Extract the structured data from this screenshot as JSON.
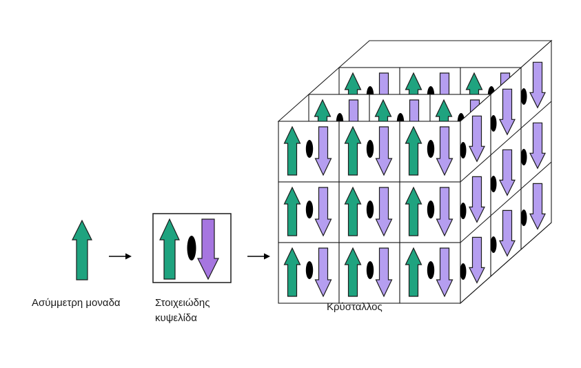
{
  "labels": {
    "asymmetric_unit": "Ασύμμετρη μοναδα",
    "unit_cell_line1": "Στοιχειώδης",
    "unit_cell_line2": "κυψελίδα",
    "crystal": "Κρύσταλλος"
  },
  "colors": {
    "up_arrow_fill": "#1fa37f",
    "down_arrow_fill": "#b59ef0",
    "down_arrow_fill_strong": "#a676e0",
    "symmetry_mark": "#000000",
    "outline": "#1a1a1a",
    "cell_fill": "#ffffff"
  },
  "crystal": {
    "rows": 3,
    "columns": 3,
    "layers": 3
  },
  "icons": {
    "up": "green-up-arrow-icon",
    "down": "purple-down-arrow-icon",
    "symmetry": "twofold-axis-ellipse-icon",
    "flow": "right-arrow-icon"
  }
}
